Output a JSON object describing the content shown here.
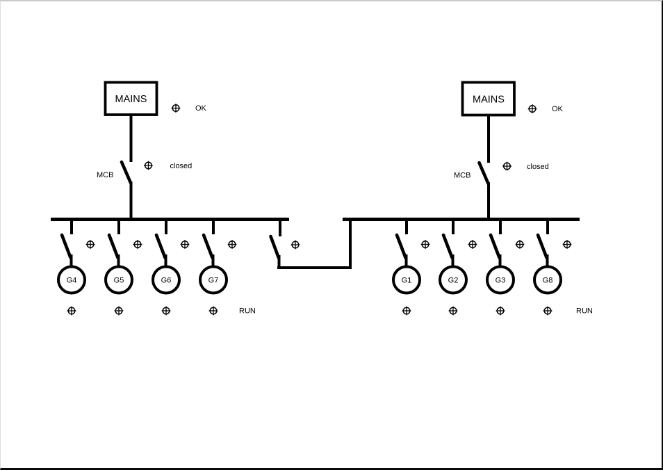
{
  "colors": {
    "background": "#ffffff",
    "line": "#000000",
    "border_dark": "#0a0a0a",
    "border_light": "#c9c9c9"
  },
  "icons": {
    "indicator": "circled-plus"
  },
  "left_bus": {
    "mains_label": "MAINS",
    "mains_status": "OK",
    "mcb_label": "MCB",
    "mcb_status": "closed",
    "run_label": "RUN",
    "generators": [
      {
        "label": "G4"
      },
      {
        "label": "G5"
      },
      {
        "label": "G6"
      },
      {
        "label": "G7"
      }
    ]
  },
  "right_bus": {
    "mains_label": "MAINS",
    "mains_status": "OK",
    "mcb_label": "MCB",
    "mcb_status": "closed",
    "run_label": "RUN",
    "generators": [
      {
        "label": "G1"
      },
      {
        "label": "G2"
      },
      {
        "label": "G3"
      },
      {
        "label": "G8"
      }
    ]
  }
}
